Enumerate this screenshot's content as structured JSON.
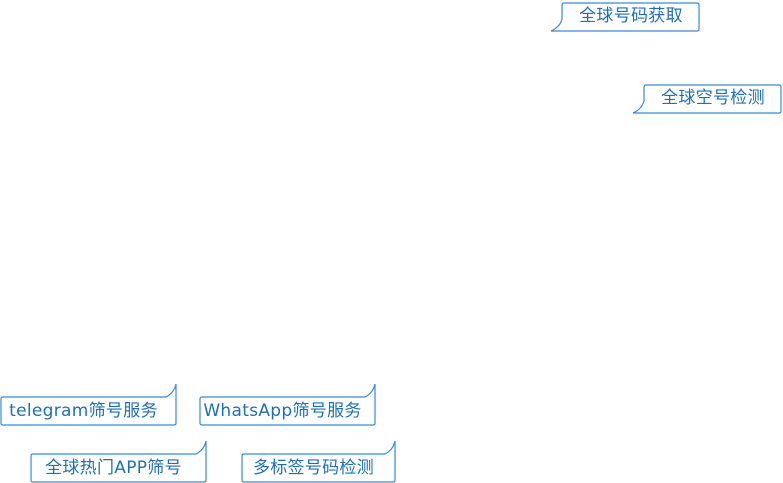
{
  "tags": {
    "global_number_fetch": "全球号码获取",
    "global_empty_number_check": "全球空号检测",
    "telegram_filter_service": "telegram筛号服务",
    "whatsapp_filter_service": "WhatsApp筛号服务",
    "global_popular_app_filter": "全球热门APP筛号",
    "multi_tag_number_check": "多标签号码检测"
  },
  "colors": {
    "accent": "#1f6fb8",
    "border": "#3a8ad4"
  }
}
